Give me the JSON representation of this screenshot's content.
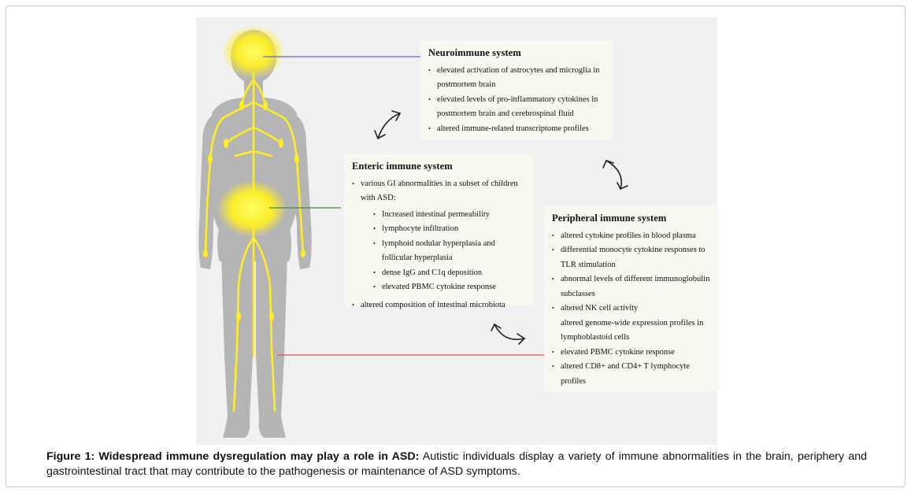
{
  "figure": {
    "neuro": {
      "title": "Neuroimmune system",
      "items": [
        "elevated activation of astrocytes and microglia in postmortem brain",
        "elevated levels of pro-inflammatory cytokines in postmortem brain and cerebrospinal fluid",
        "altered immune-related transcriptome profiles"
      ]
    },
    "enteric": {
      "title": "Enteric immune system",
      "intro": "various GI abnormalities in a subset of children with ASD:",
      "subitems": [
        "Increased intestinal permeability",
        "lymphocyte infiltration",
        "lymphoid nodular hyperplasia and follicular hyperplasia",
        "dense IgG and C1q deposition",
        "elevated PBMC cytokine response"
      ],
      "last": "altered composition of intestinal microbiota"
    },
    "peripheral": {
      "title": "Peripheral immune system",
      "items": [
        "altered cytokine profiles in blood plasma",
        "differential monocyte cytokine responses to TLR stimulation",
        "abnormal levels of different immunoglobulin subclasses",
        "altered NK cell activity",
        "altered genome-wide expression profiles in lymphoblastoid cells",
        "elevated PBMC cytokine response",
        "altered CD8+ and CD4+ T lymphocyte profiles"
      ]
    },
    "colors": {
      "neuro_line": "#7b7bd1",
      "enteric_line": "#3c8a3c",
      "peripheral_line": "#d9534f",
      "glow": "#ffee22",
      "body": "#b5b5b5"
    }
  },
  "caption": {
    "bold": "Figure 1: Widespread immune dysregulation may play a role in ASD:",
    "text": "Autistic individuals display a variety of immune abnormalities in the brain, periphery and gastrointestinal tract that may contribute to the pathogenesis or maintenance of ASD symptoms."
  }
}
